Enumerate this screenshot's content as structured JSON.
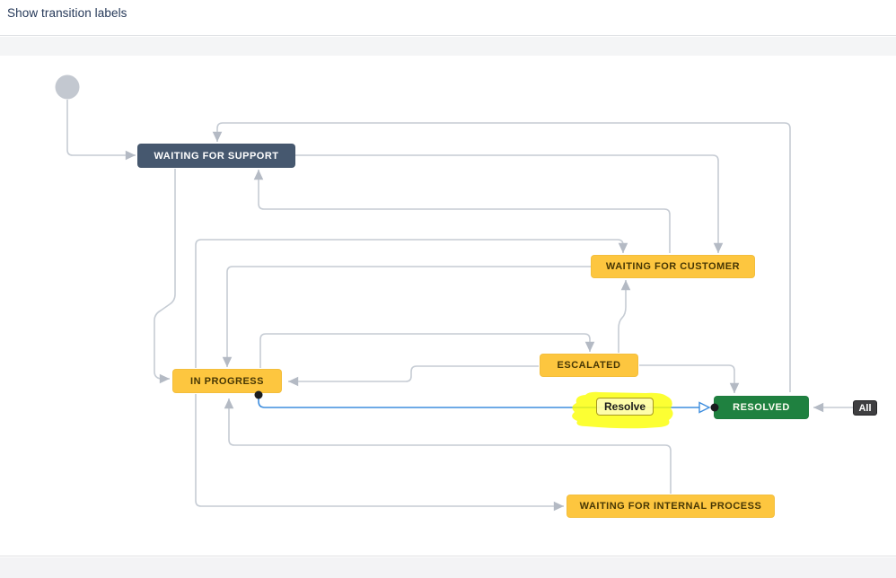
{
  "header": {
    "show_transition_labels": "Show transition labels"
  },
  "workflow": {
    "statuses": [
      {
        "label": "WAITING FOR SUPPORT",
        "bg": "#46586F",
        "fg": "#FFFFFF"
      },
      {
        "label": "WAITING FOR CUSTOMER",
        "bg": "#FDC63F",
        "fg": "#473704"
      },
      {
        "label": "ESCALATED",
        "bg": "#FDC63F",
        "fg": "#473704"
      },
      {
        "label": "IN PROGRESS",
        "bg": "#FDC63F",
        "fg": "#473704"
      },
      {
        "label": "RESOLVED",
        "bg": "#1F8140",
        "fg": "#FFFFFF"
      },
      {
        "label": "WAITING FOR INTERNAL PROCESS",
        "bg": "#FDC63F",
        "fg": "#473704"
      }
    ],
    "highlighted_transition": {
      "label": "Resolve",
      "from": "IN PROGRESS",
      "to": "RESOLVED",
      "line_color": "#3F8EDE",
      "highlight_color": "#FBFF00"
    },
    "global_transition_badge": {
      "label": "All"
    },
    "transitions": [
      {
        "from": "start",
        "to": "WAITING FOR SUPPORT"
      },
      {
        "from": "RESOLVED",
        "to": "WAITING FOR SUPPORT"
      },
      {
        "from": "WAITING FOR SUPPORT",
        "to": "WAITING FOR CUSTOMER"
      },
      {
        "from": "WAITING FOR CUSTOMER",
        "to": "WAITING FOR SUPPORT"
      },
      {
        "from": "IN PROGRESS",
        "to": "WAITING FOR CUSTOMER"
      },
      {
        "from": "WAITING FOR CUSTOMER",
        "to": "IN PROGRESS"
      },
      {
        "from": "WAITING FOR SUPPORT",
        "to": "IN PROGRESS"
      },
      {
        "from": "IN PROGRESS",
        "to": "ESCALATED"
      },
      {
        "from": "ESCALATED",
        "to": "WAITING FOR CUSTOMER"
      },
      {
        "from": "ESCALATED",
        "to": "IN PROGRESS"
      },
      {
        "from": "ESCALATED",
        "to": "RESOLVED"
      },
      {
        "from": "IN PROGRESS",
        "to": "RESOLVED",
        "label": "Resolve",
        "highlighted": true
      },
      {
        "from": "WAITING FOR INTERNAL PROCESS",
        "to": "IN PROGRESS"
      },
      {
        "from": "IN PROGRESS",
        "to": "WAITING FOR INTERNAL PROCESS"
      },
      {
        "from": "All",
        "to": "RESOLVED"
      }
    ],
    "line_colors": {
      "default": "#C6CCD4",
      "arrow": "#B4BAC4",
      "selected": "#3F8EDE",
      "dot": "#1A1C1E"
    }
  }
}
